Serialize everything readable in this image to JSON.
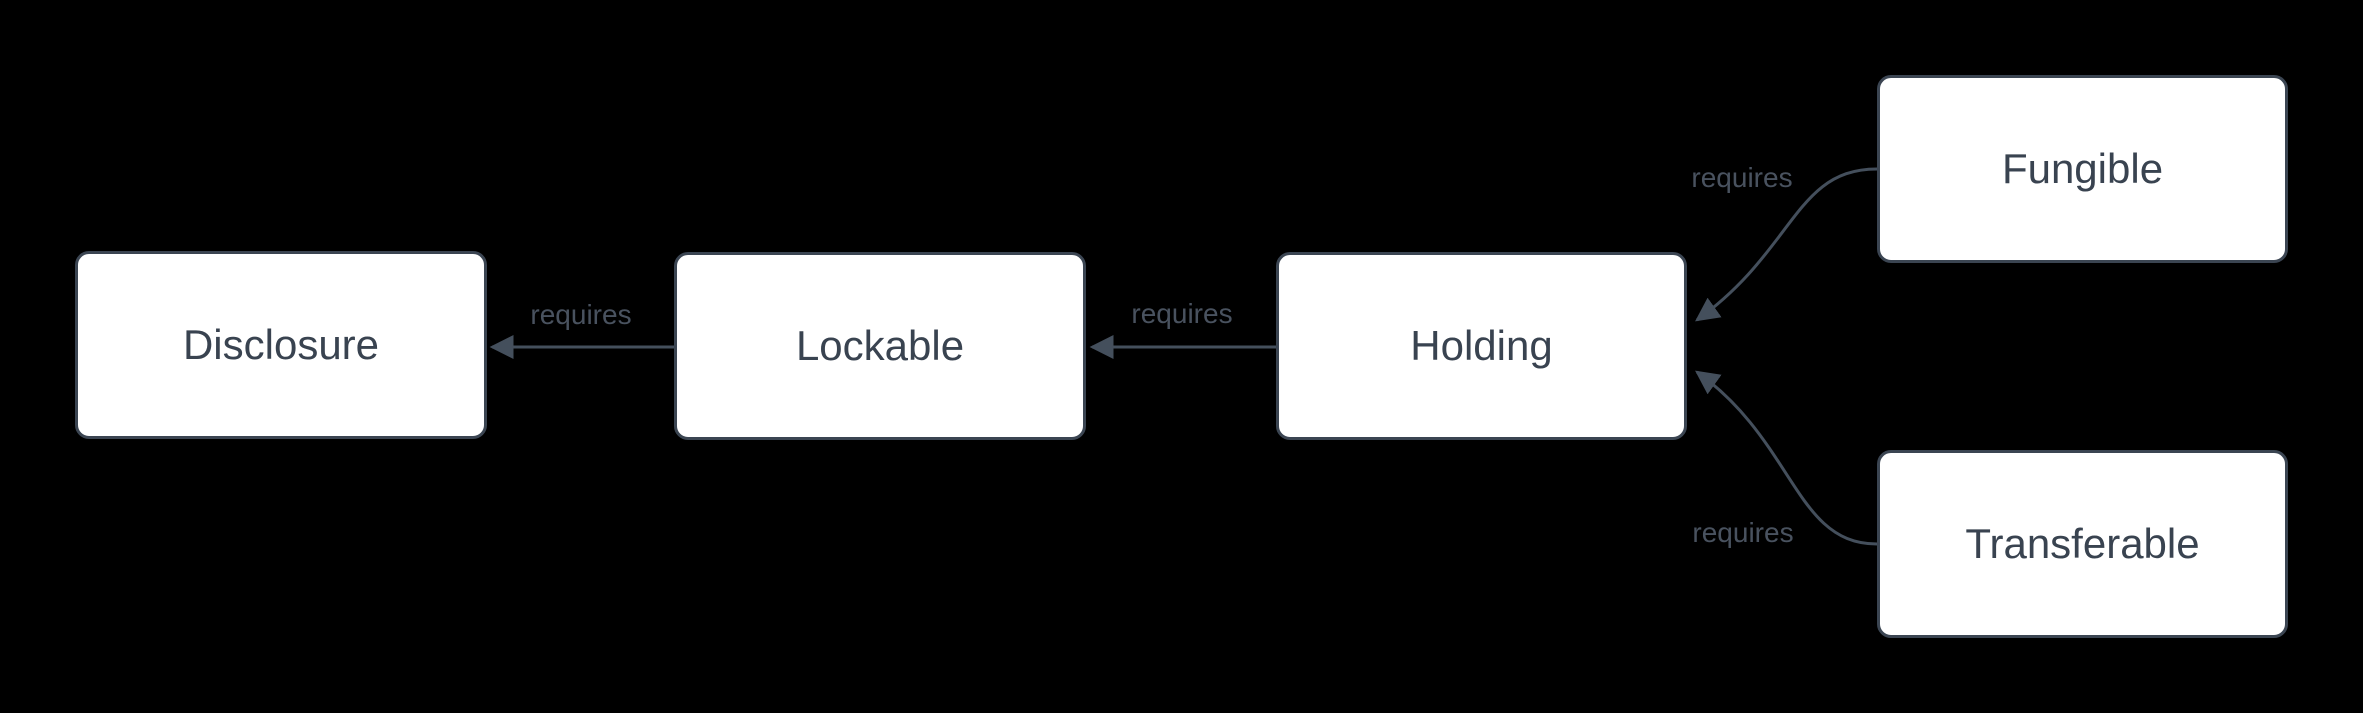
{
  "diagram": {
    "nodes": {
      "disclosure": {
        "label": "Disclosure"
      },
      "lockable": {
        "label": "Lockable"
      },
      "holding": {
        "label": "Holding"
      },
      "fungible": {
        "label": "Fungible"
      },
      "transferable": {
        "label": "Transferable"
      }
    },
    "edges": {
      "lockable_disclosure": {
        "label": "requires",
        "from": "Lockable",
        "to": "Disclosure"
      },
      "holding_lockable": {
        "label": "requires",
        "from": "Holding",
        "to": "Lockable"
      },
      "fungible_holding": {
        "label": "requires",
        "from": "Fungible",
        "to": "Holding"
      },
      "transferable_holding": {
        "label": "requires",
        "from": "Transferable",
        "to": "Holding"
      }
    }
  },
  "colors": {
    "background": "#000000",
    "node-fill": "#ffffff",
    "node-border": "#3b4552",
    "node-text": "#394350",
    "edge-color": "#444f5c",
    "label-color": "#49525f"
  }
}
